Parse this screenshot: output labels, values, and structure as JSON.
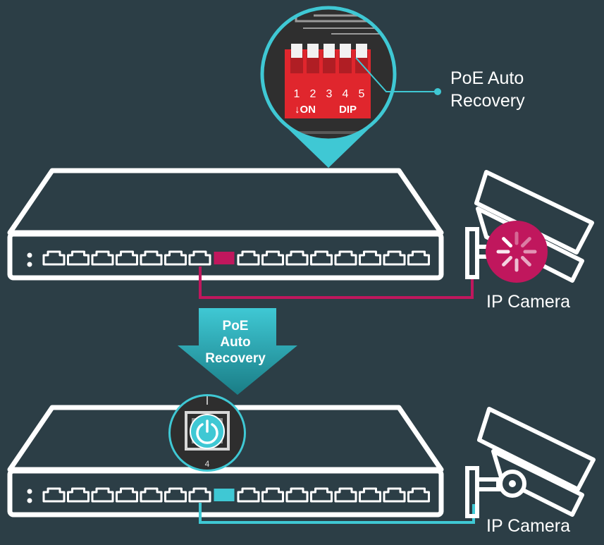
{
  "callout": {
    "line1": "PoE Auto",
    "line2": "Recovery"
  },
  "dip_switch": {
    "numbers": [
      "1",
      "2",
      "3",
      "4",
      "5"
    ],
    "on_label": "↓ON",
    "dip_label": "DIP"
  },
  "arrow": {
    "line1": "PoE",
    "line2": "Auto",
    "line3": "Recovery"
  },
  "camera_top": {
    "label": "IP Camera",
    "status": "rebooting"
  },
  "camera_bottom": {
    "label": "IP Camera",
    "status": "recovered"
  },
  "port_zoom": {
    "port_number": "4"
  },
  "switch": {
    "port_count": 16,
    "active_port": 8
  },
  "colors": {
    "background": "#2c3e46",
    "fault": "#c0175d",
    "recovered": "#3fc8d4",
    "dip_red": "#e0262d",
    "outline": "#ffffff"
  }
}
